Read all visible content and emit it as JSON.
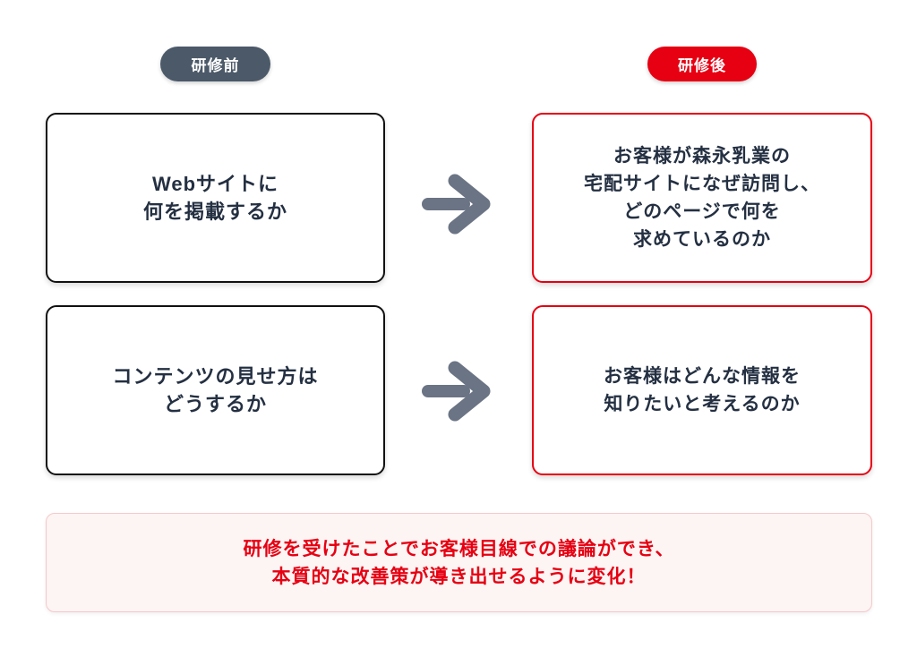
{
  "badges": {
    "before": {
      "label": "研修前",
      "bg_color": "#4b5968"
    },
    "after": {
      "label": "研修後",
      "bg_color": "#e60012"
    }
  },
  "boxes": {
    "before_top": {
      "text": "Webサイトに\n何を掲載するか"
    },
    "before_bottom": {
      "text": "コンテンツの見せ方は\nどうするか"
    },
    "after_top": {
      "text": "お客様が森永乳業の\n宅配サイトになぜ訪問し、\nどのページで何を\n求めているのか"
    },
    "after_bottom": {
      "text": "お客様はどんな情報を\n知りたいと考えるのか"
    }
  },
  "banner": {
    "text": "研修を受けたことでお客様目線での議論ができ、\n本質的な改善策が導き出せるように変化！",
    "text_color": "#e60012",
    "bg_color": "#fdf4f4",
    "border_color": "#f6c8c8"
  },
  "icons": {
    "arrow": "right-arrow",
    "arrow_color": "#6b7484"
  },
  "colors": {
    "box_text": "#243042",
    "plain_border": "#111111",
    "accent_red": "#e60012"
  }
}
